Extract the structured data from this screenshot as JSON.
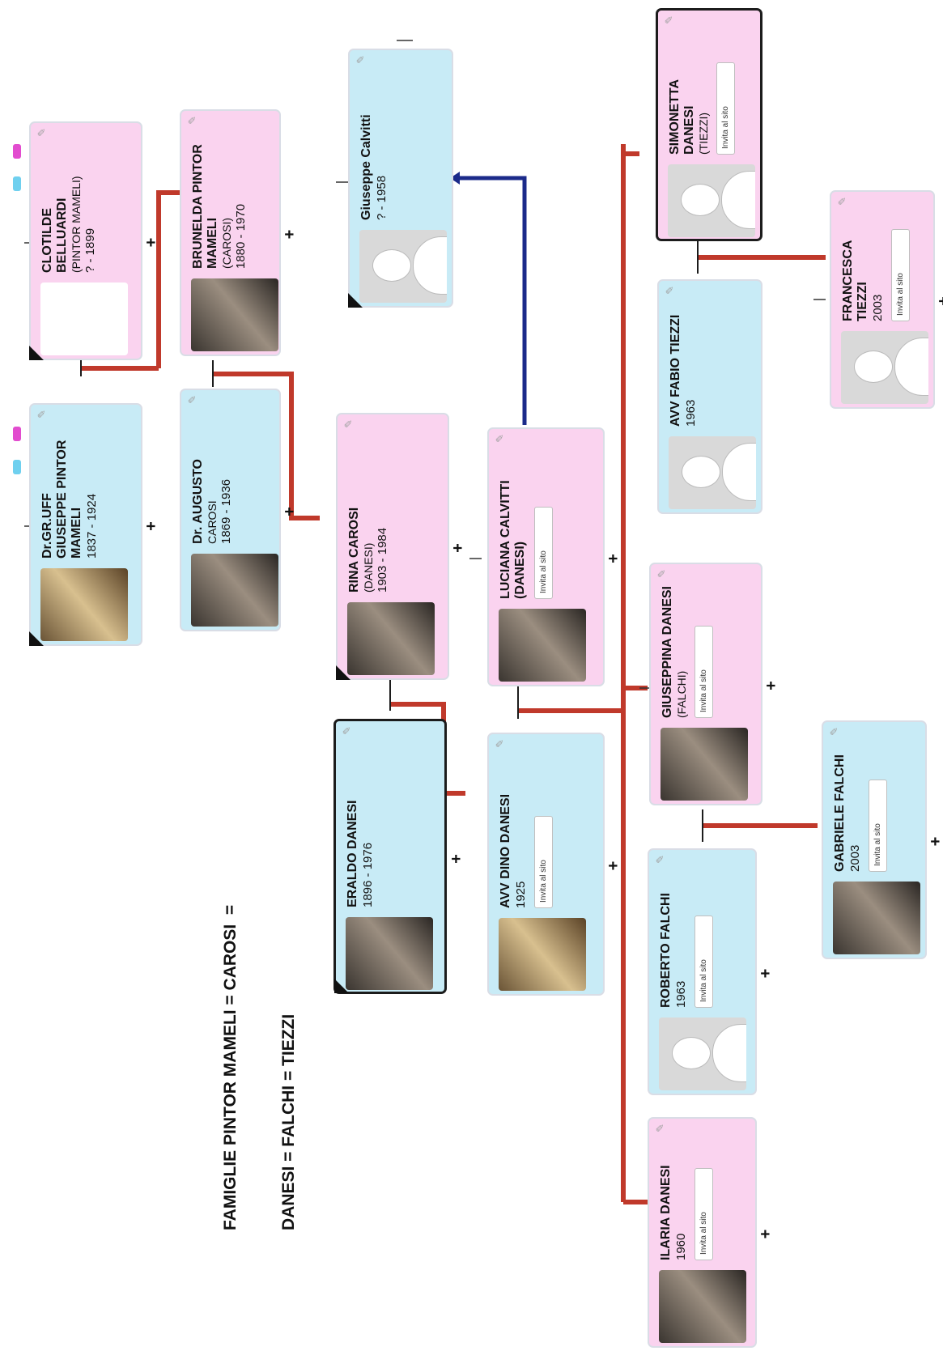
{
  "caption": {
    "line1": "FAMIGLIE PINTOR MAMELI = CAROSI  =",
    "line2": "DANESI = FALCHI = TIEZZI"
  },
  "colors": {
    "female": "#fad3ef",
    "male": "#c8ebf6",
    "link": "#c0392b",
    "link_blue": "#1b2a8a"
  },
  "people": {
    "giuseppe_pm": {
      "name": "Dr.GR.UFF GIUSEPPE PINTOR MAMELI",
      "dates": "1837 - 1924"
    },
    "clotilde": {
      "name": "CLOTILDE BELLUARDI",
      "note": "(PINTOR MAMELI)",
      "dates": "? - 1899"
    },
    "augusto": {
      "name": "Dr. AUGUSTO",
      "note": "CAROSI",
      "dates": "1869 - 1936"
    },
    "brunelda": {
      "name": "BRUNELDA PINTOR MAMELI",
      "note": "(CAROSI)",
      "dates": "1880 - 1970"
    },
    "rina": {
      "name": "RINA CAROSI",
      "note": "(DANESI)",
      "dates": "1903 - 1984"
    },
    "giuseppe_c": {
      "name": "Giuseppe Calvitti",
      "dates": "? - 1958"
    },
    "eraldo": {
      "name": "ERALDO DANESI",
      "dates": "1896 - 1976"
    },
    "dino": {
      "name": "AVV DINO DANESI",
      "dates": "1925",
      "invite": "Invita al sito"
    },
    "luciana": {
      "name": "LUCIANA CALVITTI (DANESI)",
      "invite": "Invita al sito"
    },
    "ilaria": {
      "name": "ILARIA DANESI",
      "dates": "1960",
      "invite": "Invita al sito"
    },
    "roberto": {
      "name": "ROBERTO FALCHI",
      "dates": "1963",
      "invite": "Invita al sito"
    },
    "giuseppina": {
      "name": "GIUSEPPINA DANESI",
      "note": "(FALCHI)",
      "invite": "Invita al sito"
    },
    "fabio": {
      "name": "AVV FABIO TIEZZI",
      "dates": "1963"
    },
    "simonetta": {
      "name": "SIMONETTA DANESI",
      "note": "(TIEZZI)",
      "invite": "Invita al sito"
    },
    "gabriele": {
      "name": "GABRIELE FALCHI",
      "dates": "2003",
      "invite": "Invita al sito"
    },
    "francesca": {
      "name": "FRANCESCA TIEZZI",
      "dates": "2003",
      "invite": "Invita al sito"
    }
  }
}
